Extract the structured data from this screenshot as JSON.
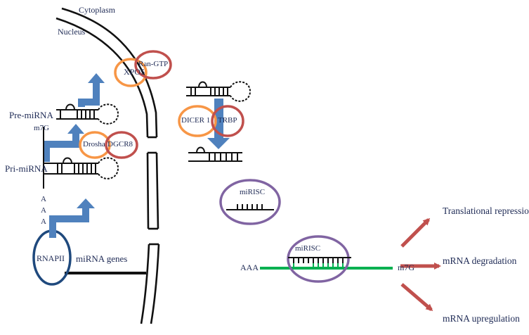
{
  "compartments": {
    "cytoplasm": "Cytoplasm",
    "nucleus": "Nucleus"
  },
  "nuclear_steps": {
    "pol": "RNAPII",
    "genes": "miRNA genes",
    "poly_a": [
      "A",
      "A",
      "A"
    ],
    "cap": "m7G",
    "pri": "Pri-miRNA",
    "pre": "Pre-miRNA",
    "drosha": "Drosha",
    "dgcr8": "DGCR8",
    "xpo5": "XPO5",
    "ran": "Ran-GTP"
  },
  "cytoplasmic_steps": {
    "dicer": "DICER 1",
    "trbp": "TRBP",
    "risc": "miRISC",
    "target_risc": "miRISC",
    "mrna_3prime": "AAA",
    "mrna_5prime": "m7G"
  },
  "outcomes": {
    "translational_repression": "Translational repression",
    "degradation": "mRNA degradation",
    "upregulation": "mRNA upregulation"
  },
  "colors": {
    "membrane": "#111111",
    "arrow_blue": "#4f81bd",
    "orange": "#f79646",
    "red": "#c0504d",
    "purple": "#8064a2",
    "dark_blue": "#1f497d",
    "green": "#00b050",
    "text": "#1e2a55"
  }
}
